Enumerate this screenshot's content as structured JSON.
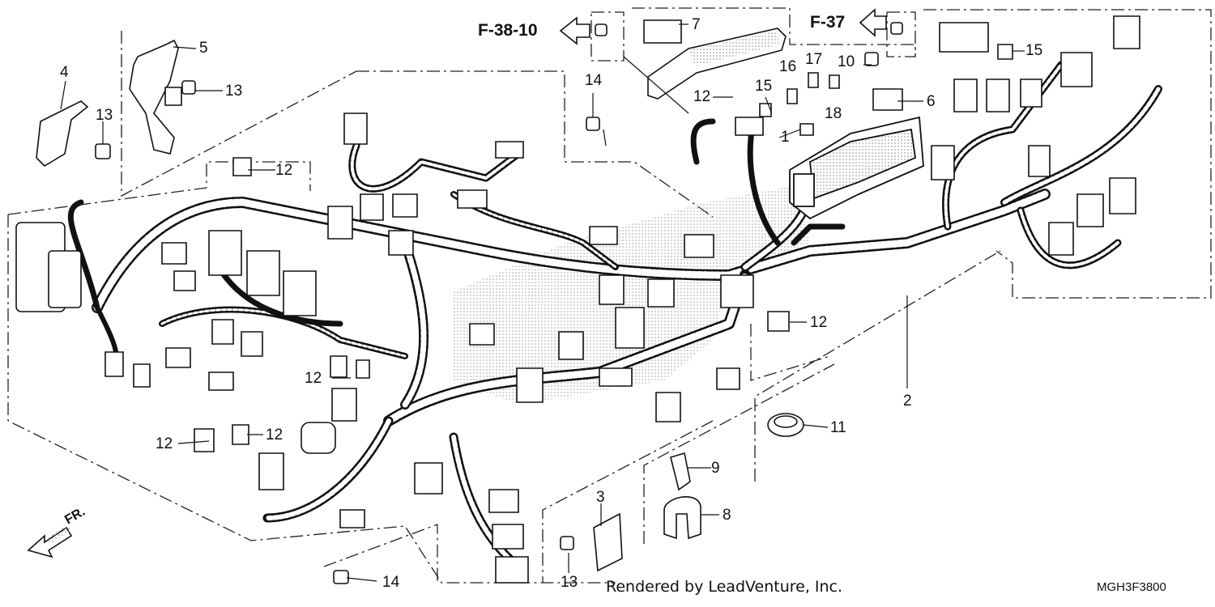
{
  "diagram": {
    "references": [
      {
        "id": "ref-f38-10",
        "text": "F-38-10"
      },
      {
        "id": "ref-f37",
        "text": "F-37"
      }
    ],
    "front_indicator": "FR.",
    "credit": "Rendered by LeadVenture, Inc.",
    "diagram_code": "MGH3F3800",
    "parts": [
      {
        "n": "1"
      },
      {
        "n": "2"
      },
      {
        "n": "3"
      },
      {
        "n": "4"
      },
      {
        "n": "5"
      },
      {
        "n": "6"
      },
      {
        "n": "7"
      },
      {
        "n": "8"
      },
      {
        "n": "9"
      },
      {
        "n": "10"
      },
      {
        "n": "11"
      },
      {
        "n": "12"
      },
      {
        "n": "13"
      },
      {
        "n": "14"
      },
      {
        "n": "15"
      },
      {
        "n": "16"
      },
      {
        "n": "17"
      },
      {
        "n": "18"
      }
    ]
  }
}
